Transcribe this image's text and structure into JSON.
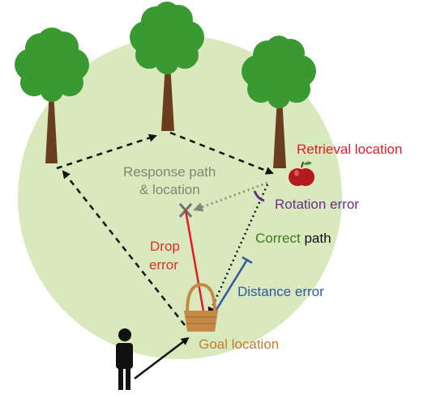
{
  "labels": {
    "retrieval_location": "Retrieval location",
    "response_path_line1": "Response path",
    "response_path_line2": "& location",
    "rotation_error": "Rotation error",
    "correct_path_word1": "Correct",
    "correct_path_word2": " path",
    "drop_error_line1": "Drop",
    "drop_error_line2": "error",
    "distance_error": "Distance error",
    "goal_location": "Goal location"
  },
  "colors": {
    "arena_fill": "#d9e8bd",
    "tree_foliage": "#3a9a32",
    "tree_trunk": "#6b3d1f",
    "apple": "#b11b1b",
    "basket": "#c58a45",
    "retrieval_label": "#e31d25",
    "response_label": "#7d8a73",
    "rotation_label": "#6a2d8a",
    "correct_path_word1": "#3d7a22",
    "correct_path_word2": "#111111",
    "drop_error_label": "#d9322a",
    "distance_error_label": "#2e5aa0",
    "goal_label": "#c47f2a",
    "person": "#111111"
  },
  "icons": [
    "tree-icon",
    "apple-icon",
    "basket-icon",
    "person-icon",
    "cross-marker-icon"
  ]
}
